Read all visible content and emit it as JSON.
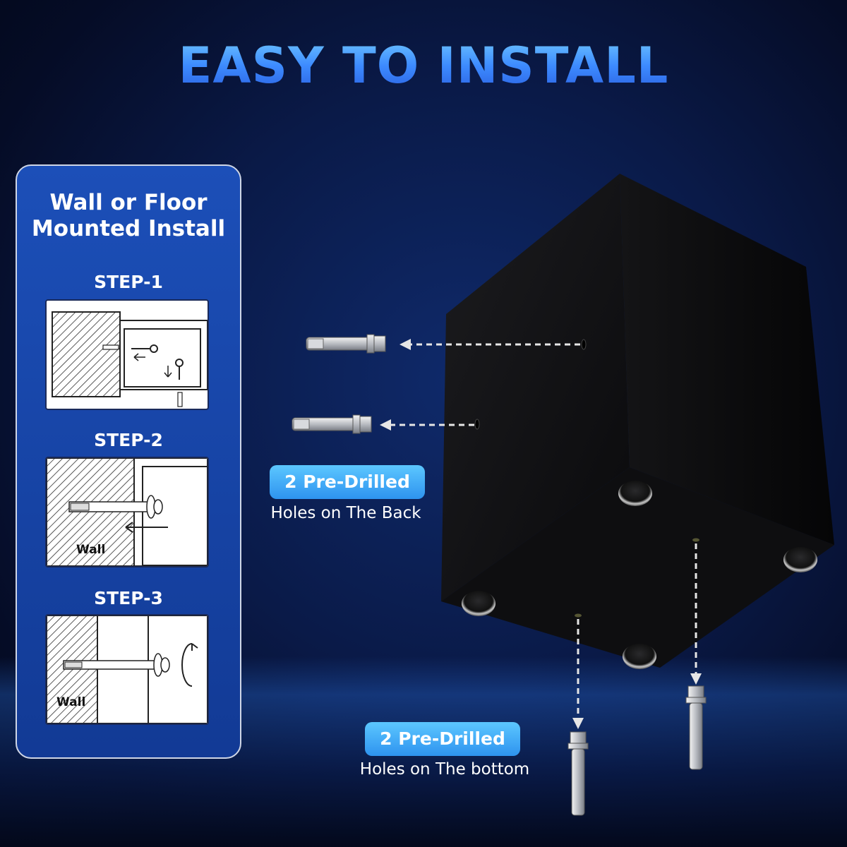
{
  "title": "EASY TO INSTALL",
  "panel": {
    "title_line1": "Wall or Floor",
    "title_line2": "Mounted Install",
    "steps": [
      {
        "label": "STEP-1"
      },
      {
        "label": "STEP-2",
        "wall_text": "Wall"
      },
      {
        "label": "STEP-3",
        "wall_text": "Wall"
      }
    ]
  },
  "back_holes": {
    "badge": "2 Pre-Drilled",
    "caption": "Holes on The Back"
  },
  "bottom_holes": {
    "badge": "2 Pre-Drilled",
    "caption": "Holes on The bottom"
  },
  "colors": {
    "background": "#0a1a48",
    "panel": "#1c4fb8",
    "badge": "#3aa8f5",
    "title": "#4aa6ff"
  }
}
